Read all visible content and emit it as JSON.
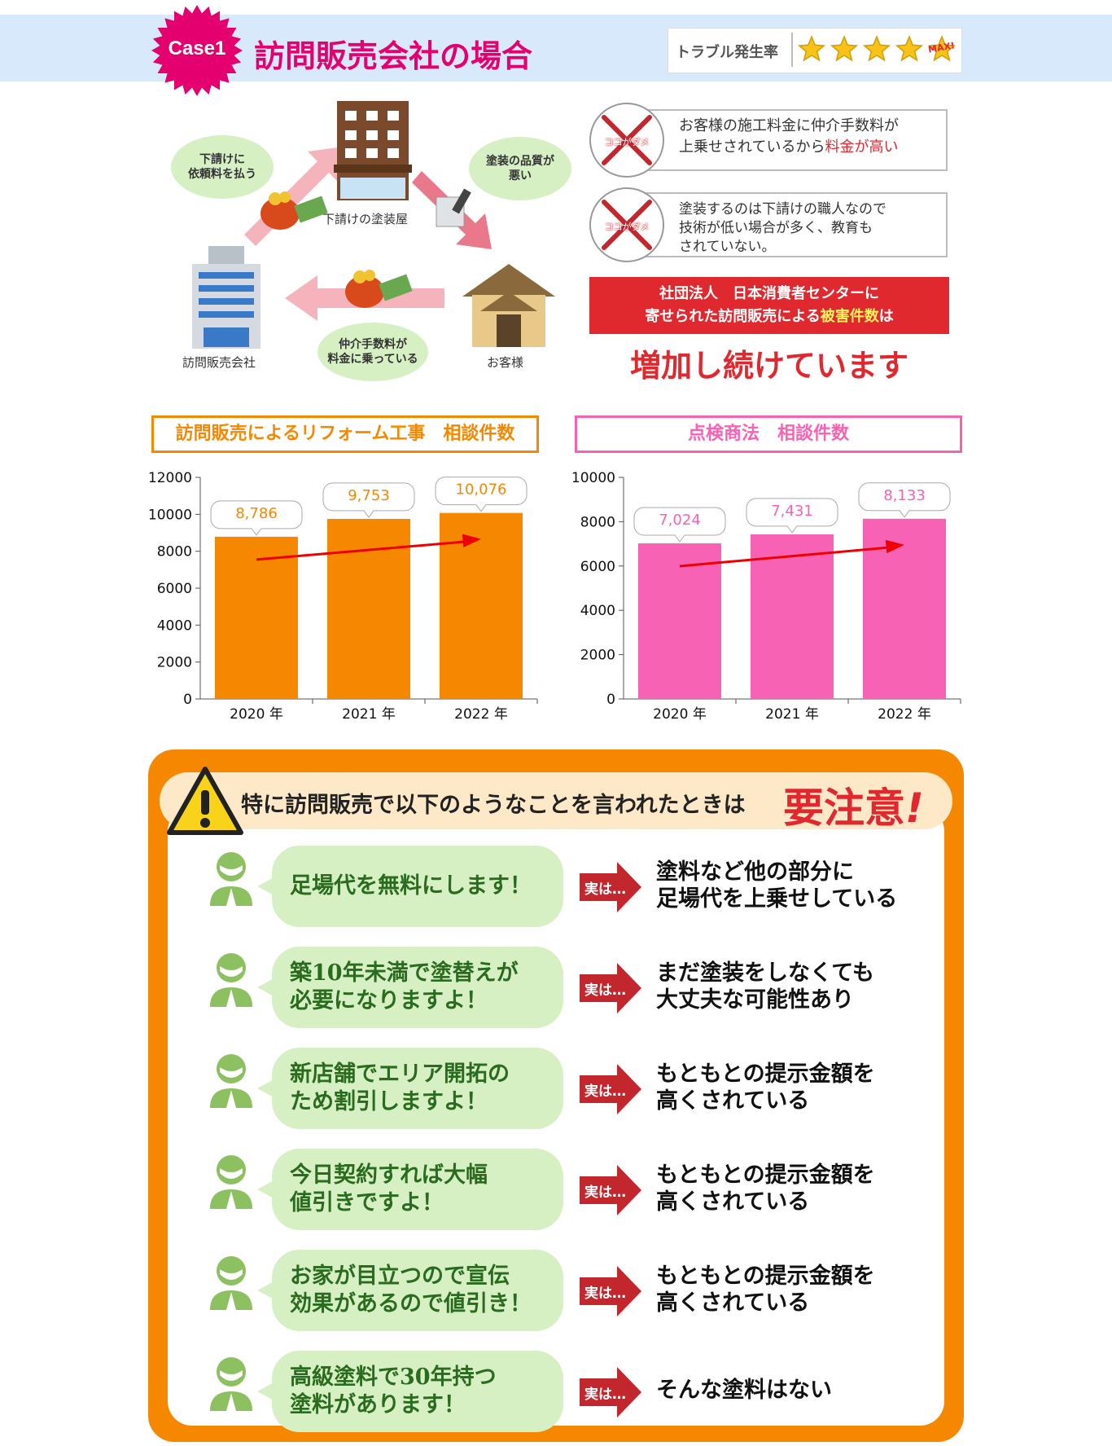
{
  "header": {
    "case_label": "Case1",
    "title": "訪問販売会社の場合",
    "trouble_label": "トラブル発生率",
    "max_label": "MAX!",
    "stars": 5
  },
  "diagram": {
    "subcontractor": "下請けの塗装屋",
    "company": "訪問販売会社",
    "customer": "お客様",
    "bubble_fee": "下請けに\n依頼料を払う",
    "bubble_quality": "塗装の品質が\n悪い",
    "bubble_commission": "仲介手数料が\n料金に乗っている"
  },
  "warnings": {
    "ng_label": "ココがダメ",
    "w1_line1": "お客様の施工料金に仲介手数料が",
    "w1_line2_a": "上乗せされているから",
    "w1_line2_b": "料金が高い",
    "w2": "塗装するのは下請けの職人なので\n技術が低い場合が多く、教育も\nされていない。",
    "red_line1": "社団法人　日本消費者センターに",
    "red_line2_a": "寄せられた訪問販売による",
    "red_line2_b": "被害件数",
    "red_line2_c": "は",
    "increase": "増加し続けています"
  },
  "colors": {
    "orange": "#f58800",
    "pink": "#f862b4",
    "red": "#e0282f",
    "magenta": "#e4006f"
  },
  "chart_data": [
    {
      "type": "bar",
      "title": "訪問販売によるリフォーム工事　相談件数",
      "categories": [
        "2020 年",
        "2021 年",
        "2022 年"
      ],
      "values": [
        8786,
        9753,
        10076
      ],
      "labels": [
        "8,786",
        "9,753",
        "10,076"
      ],
      "yticks": [
        "0",
        "2000",
        "4000",
        "6000",
        "8000",
        "10000",
        "12000"
      ],
      "ylim": [
        0,
        12000
      ]
    },
    {
      "type": "bar",
      "title": "点検商法　相談件数",
      "categories": [
        "2020 年",
        "2021 年",
        "2022 年"
      ],
      "values": [
        7024,
        7431,
        8133
      ],
      "labels": [
        "7,024",
        "7,431",
        "8,133"
      ],
      "yticks": [
        "0",
        "2000",
        "4000",
        "6000",
        "8000",
        "10000"
      ],
      "ylim": [
        0,
        10000
      ]
    }
  ],
  "caution": {
    "heading": "特に訪問販売で以下のようなことを言われたときは",
    "emphasis": "要注意",
    "jitsu": "実は…",
    "items": [
      {
        "say": "足場代を無料にします！",
        "real": "塗料など他の部分に\n足場代を上乗せしている"
      },
      {
        "say": "築10年未満で塗替えが\n必要になりますよ！",
        "real": "まだ塗装をしなくても\n大丈夫な可能性あり"
      },
      {
        "say": "新店舗でエリア開拓の\nため割引しますよ！",
        "real": "もともとの提示金額を\n高くされている"
      },
      {
        "say": "今日契約すれば大幅\n値引きですよ！",
        "real": "もともとの提示金額を\n高くされている"
      },
      {
        "say": "お家が目立つので宣伝\n効果があるので値引き！",
        "real": "もともとの提示金額を\n高くされている"
      },
      {
        "say": "高級塗料で30年持つ\n塗料があります！",
        "real": "そんな塗料はない"
      }
    ]
  }
}
